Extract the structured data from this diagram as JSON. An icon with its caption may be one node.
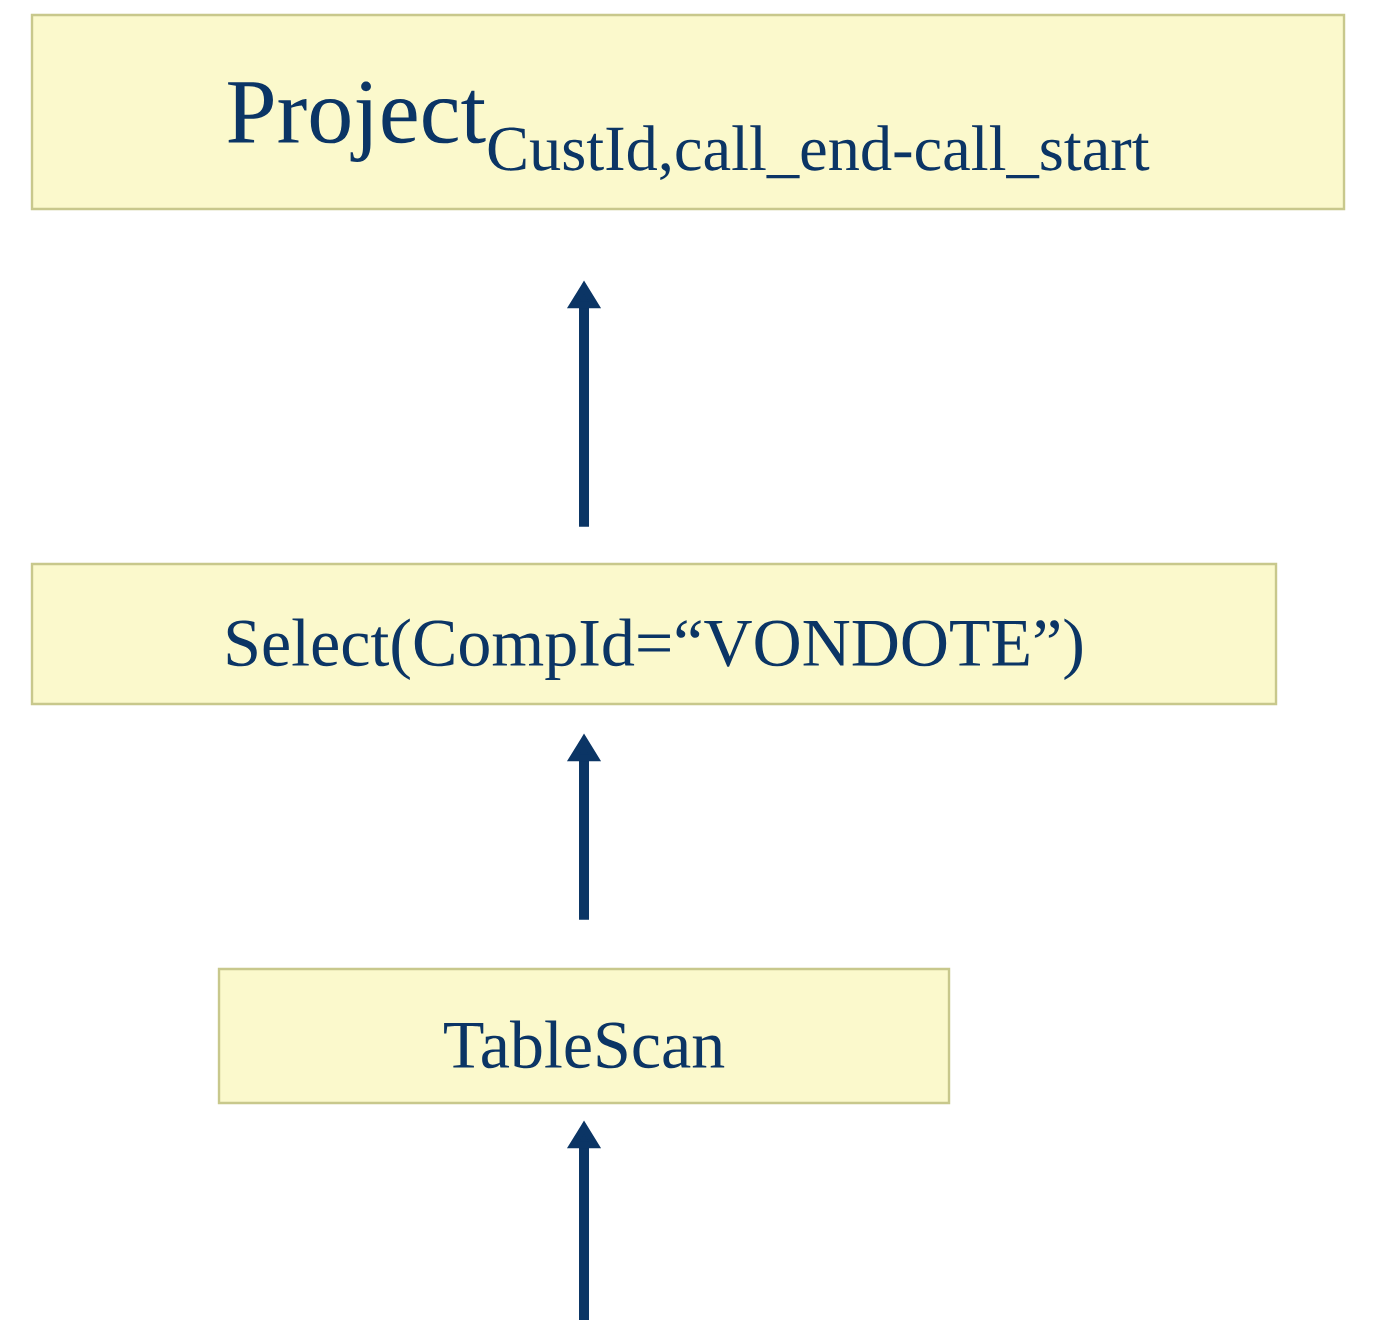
{
  "diagram": {
    "nodes": [
      {
        "text": [
          "\\text{Project}_{\\text{CustId,call\\_end-call\\_start}}"
        ]
      },
      {
        "text": [
          "Select(CompId=“VONDOTE”)"
        ]
      },
      {
        "text": [
          "TableScan"
        ]
      }
    ],
    "edges": [
      {
        "from": 1,
        "to": 0,
        "arrow": "to"
      },
      {
        "from": 2,
        "to": 1,
        "arrow": "to"
      },
      {
        "from": null,
        "to": 2,
        "arrow": "to"
      }
    ]
  }
}
